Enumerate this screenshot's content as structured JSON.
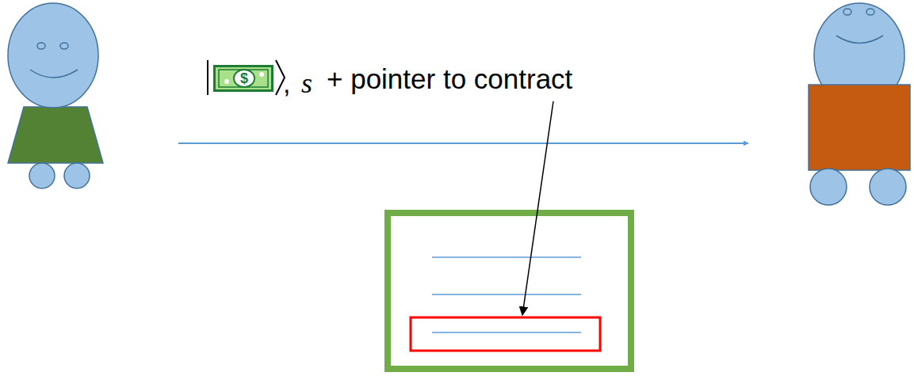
{
  "diagram": {
    "labels": [
      "$",
      ",",
      "s",
      "+ pointer to contract"
    ]
  }
}
